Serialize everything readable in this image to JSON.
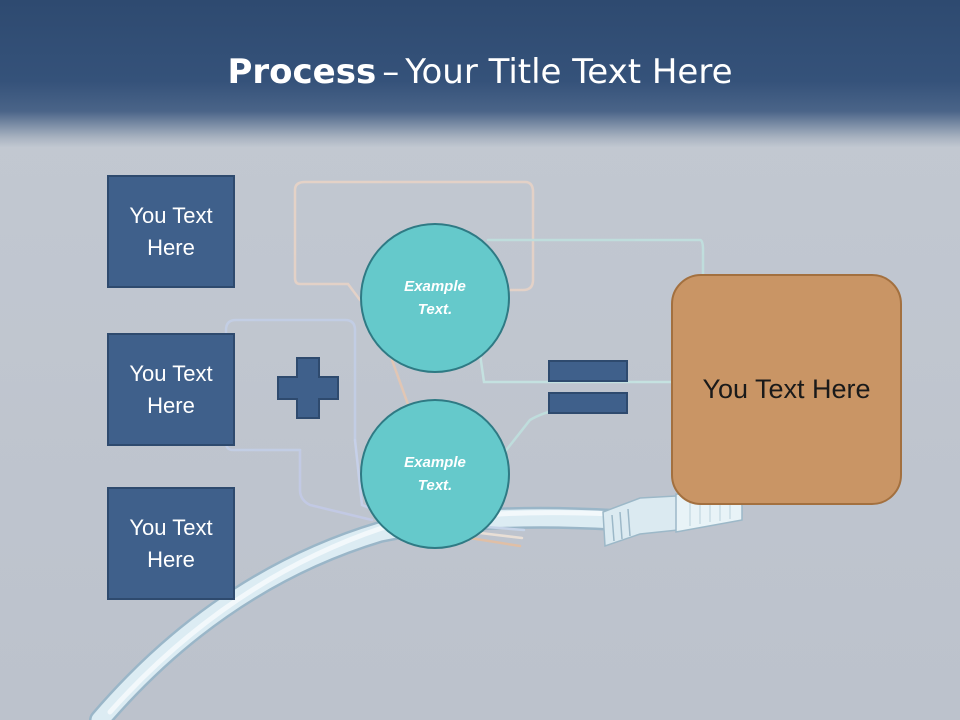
{
  "slide": {
    "title_bold": "Process",
    "title_sep": "–",
    "title_rest": "Your Title Text Here"
  },
  "boxes": [
    {
      "line1": "You Text",
      "line2": "Here"
    },
    {
      "line1": "You Text",
      "line2": "Here"
    },
    {
      "line1": "You Text",
      "line2": "Here"
    }
  ],
  "circles": [
    {
      "line1": "Example",
      "line2": "Text."
    },
    {
      "line1": "Example",
      "line2": "Text."
    }
  ],
  "result": {
    "label": "You Text Here"
  },
  "colors": {
    "header": "#35527a",
    "box": "#3f608b",
    "circle": "#65c9cb",
    "result": "#c99565",
    "symbol": "#3f608b"
  },
  "icons": [
    "plus-icon",
    "equals-icon",
    "ethernet-cable-image"
  ]
}
